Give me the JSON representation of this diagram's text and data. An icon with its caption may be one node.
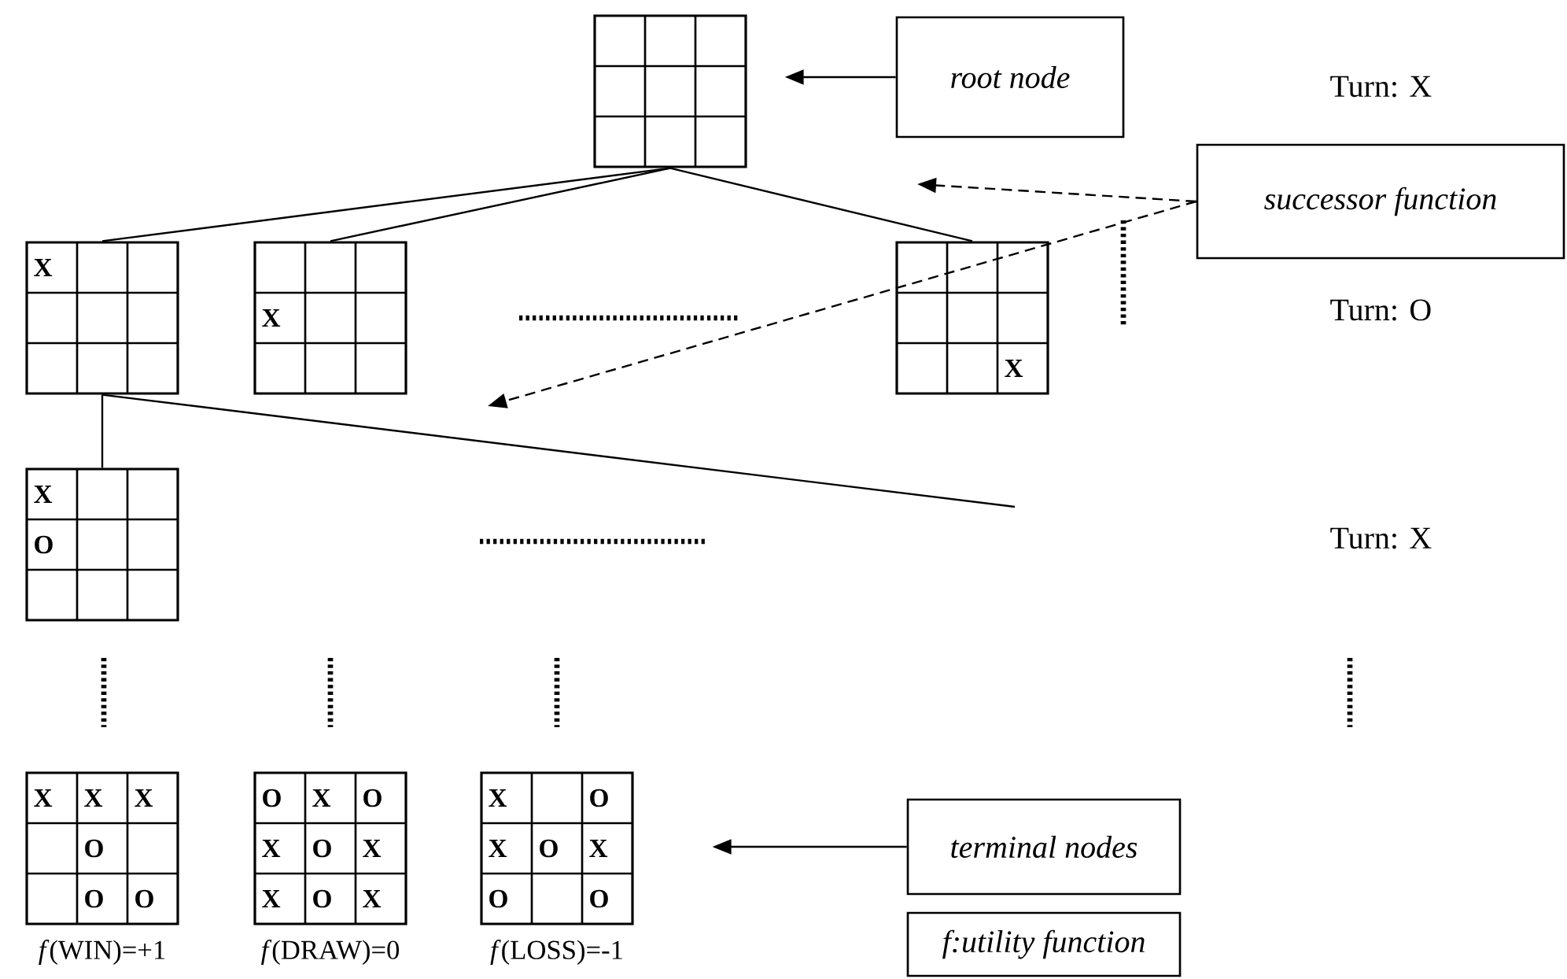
{
  "diagram": {
    "nodes": [
      {
        "text": [],
        "shape": "box"
      },
      {
        "text": [
          "root node"
        ]
      },
      {
        "text": [
          "successor function"
        ]
      },
      {
        "text": [
          "X"
        ]
      },
      {
        "text": [
          "X"
        ]
      },
      {
        "text": [
          "X"
        ]
      },
      {
        "text": [
          "X",
          "O"
        ]
      },
      {
        "text": [
          "X",
          "X",
          "X",
          "O",
          "O",
          "O"
        ],
        "beside": [
          "*f*(WIN)=+1"
        ]
      },
      {
        "text": [
          "O",
          "X",
          "O",
          "X",
          "O",
          "X",
          "X",
          "O",
          "X"
        ],
        "beside": [
          "*f*(DRAW)=0"
        ]
      },
      {
        "text": [
          "X",
          "O",
          "X",
          "O",
          "X",
          "O",
          "O"
        ],
        "beside": [
          "*f*(LOSS)=-1"
        ]
      },
      {
        "text": [
          "terminal nodes"
        ]
      },
      {
        "text": [
          "f:utility function"
        ]
      }
    ],
    "edges": [
      {
        "from": 1,
        "to": 0,
        "arrow": "to"
      },
      {
        "from": 0,
        "to": 3,
        "arrow": "none"
      },
      {
        "from": 0,
        "to": 4,
        "arrow": "none"
      },
      {
        "from": 0,
        "to": 5,
        "arrow": "none"
      },
      {
        "from": 2,
        "to": null,
        "arrow": "to",
        "style": "dashed"
      },
      {
        "from": 2,
        "to": null,
        "arrow": "to",
        "style": "dashed"
      },
      {
        "from": 3,
        "to": 6,
        "arrow": "none"
      },
      {
        "from": 3,
        "to": null,
        "arrow": "none"
      },
      {
        "from": 10,
        "to": 9,
        "arrow": "to"
      }
    ],
    "labels": [
      "Turn: X",
      "Turn: O",
      "Turn: X"
    ]
  }
}
